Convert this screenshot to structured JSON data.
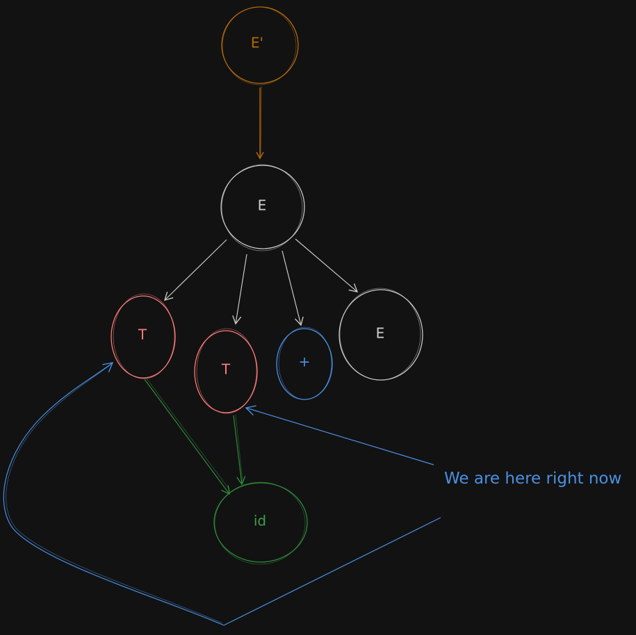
{
  "colors": {
    "background": "#121212",
    "root": "#b3690e",
    "neutral": "#c8c8c8",
    "term": "#ff7b7b",
    "plus": "#4a90e2",
    "leaf": "#2f8a3c",
    "annotation": "#4a90e2"
  },
  "nodes": {
    "e_prime": "E'",
    "e_main": "E",
    "t_left": "T",
    "t_mid": "T",
    "plus": "+",
    "e_right": "E",
    "id_leaf": "id"
  },
  "annotation": {
    "text": "We are here right now"
  }
}
